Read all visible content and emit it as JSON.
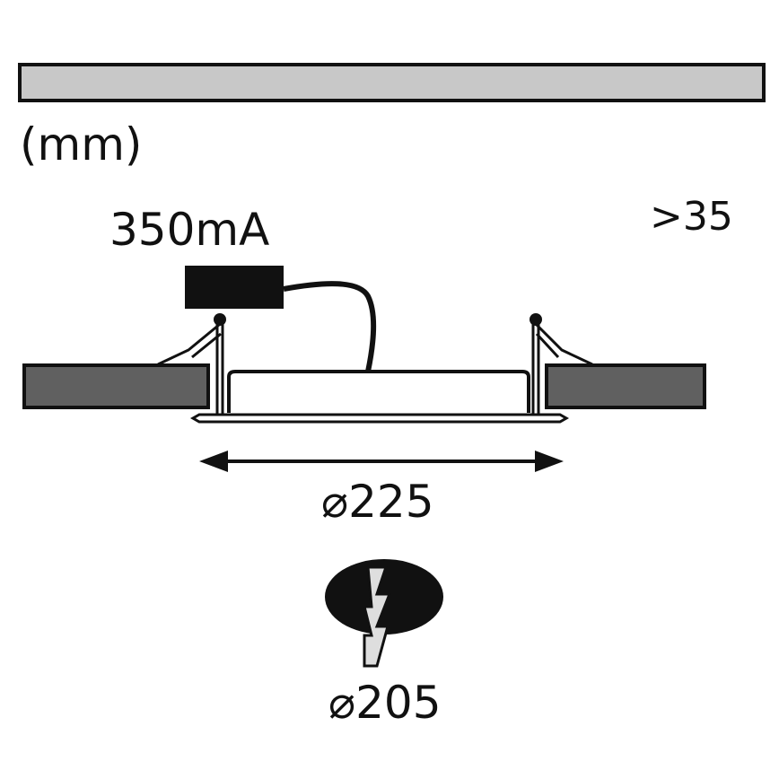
{
  "unit_label": "(mm)",
  "driver_current": "350mA",
  "depth_min": ">35",
  "outer_diameter": "⌀225",
  "cutout_diameter": "⌀205",
  "icons": {
    "cutout": "drill-cutout-icon",
    "driver": "led-driver-box"
  },
  "colors": {
    "panel_light": "#c8c8c8",
    "ceiling_dark": "#606060",
    "ink": "#111111"
  }
}
